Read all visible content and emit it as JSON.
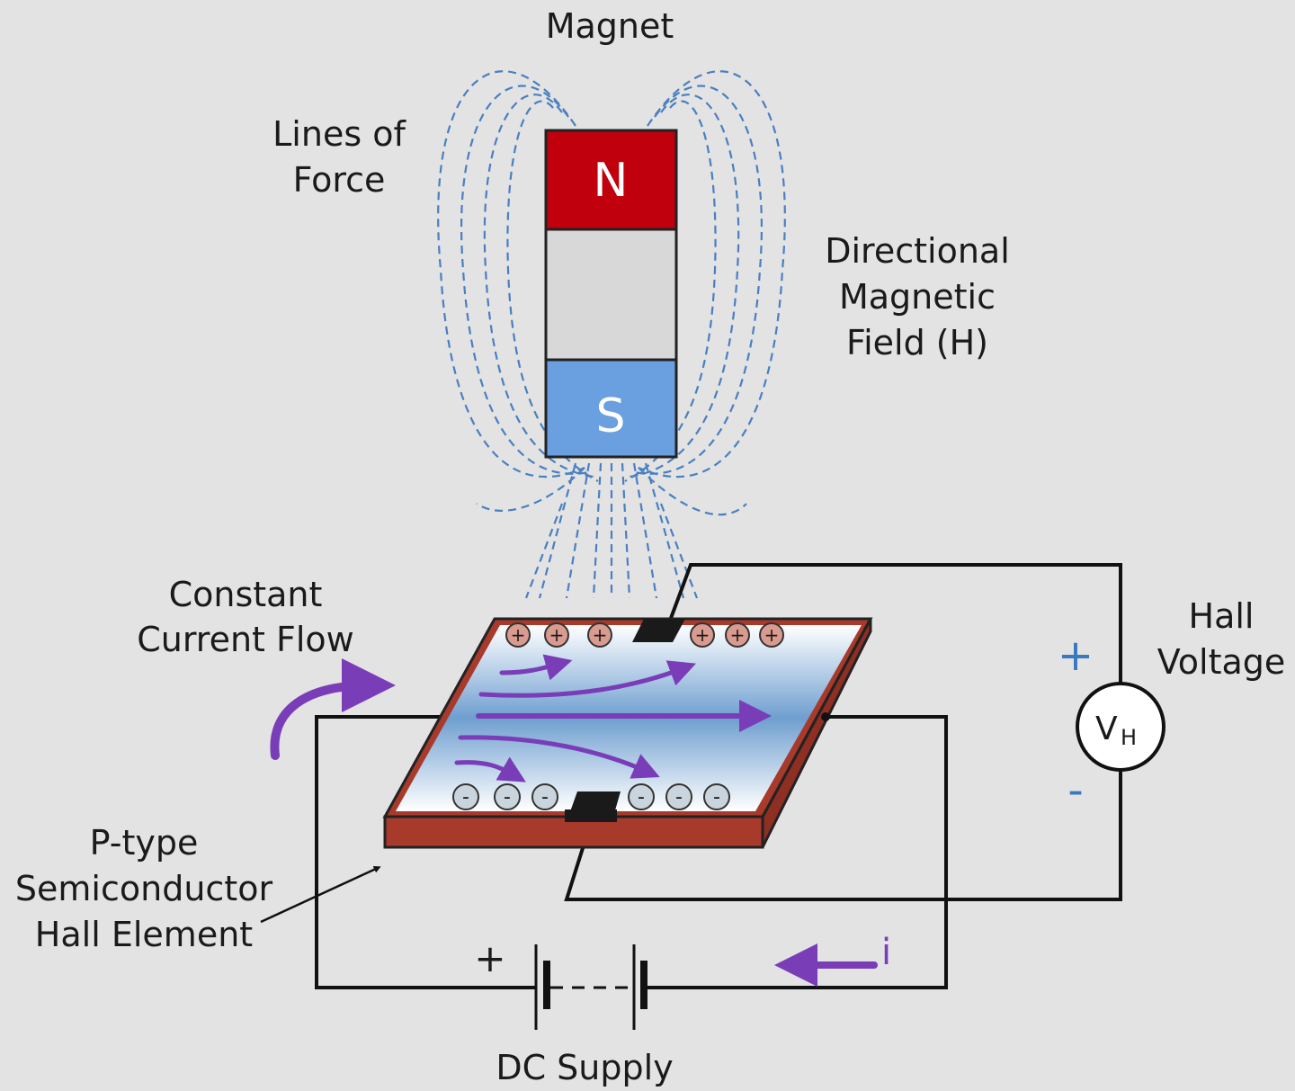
{
  "labels": {
    "magnet": "Magnet",
    "lines_of_force_1": "Lines of",
    "lines_of_force_2": "Force",
    "field_1": "Directional",
    "field_2": "Magnetic",
    "field_3": "Field (H)",
    "current_1": "Constant",
    "current_2": "Current Flow",
    "element_1": "P-type",
    "element_2": "Semiconductor",
    "element_3": "Hall Element",
    "hall_1": "Hall",
    "hall_2": "Voltage",
    "dc_supply": "DC Supply",
    "current_symbol": "i",
    "plus": "+",
    "minus": "-",
    "north": "N",
    "south": "S",
    "meter_v": "V",
    "meter_sub": "H",
    "battery_plus": "+"
  },
  "colors": {
    "north": "#c0000c",
    "south": "#6a9fe0",
    "magnet_middle": "#d8d8d8",
    "field_lines": "#4a7fc0",
    "plate_edge": "#a83a2c",
    "current_arrows": "#7a3db8",
    "polarity": "#3a78c0"
  },
  "charges": {
    "positive_symbol": "+",
    "negative_symbol": "-"
  }
}
